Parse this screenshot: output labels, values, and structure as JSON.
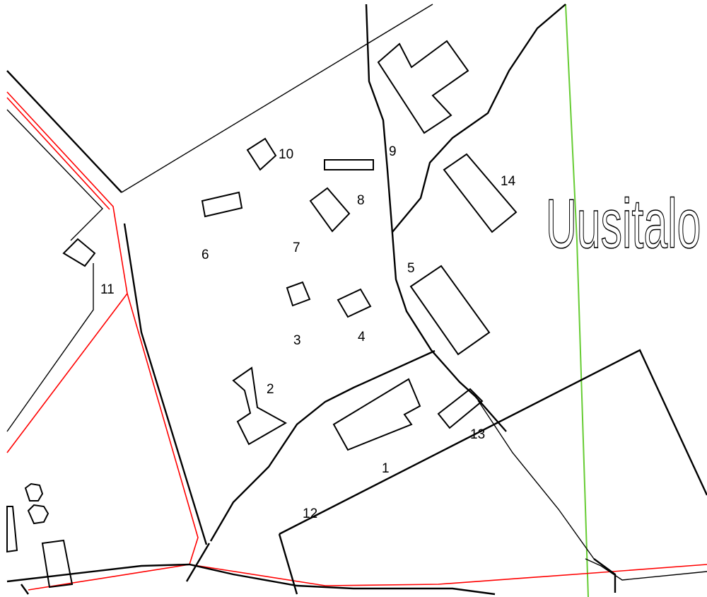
{
  "map": {
    "place_name": "Uusitalo",
    "labels": [
      "1",
      "2",
      "3",
      "4",
      "5",
      "6",
      "7",
      "8",
      "9",
      "10",
      "11",
      "12",
      "13",
      "14"
    ],
    "colors": {
      "background": "#ffffff",
      "lines": "#000000",
      "road_boundary": "#ff0000",
      "grid_line": "#66cc33"
    }
  }
}
